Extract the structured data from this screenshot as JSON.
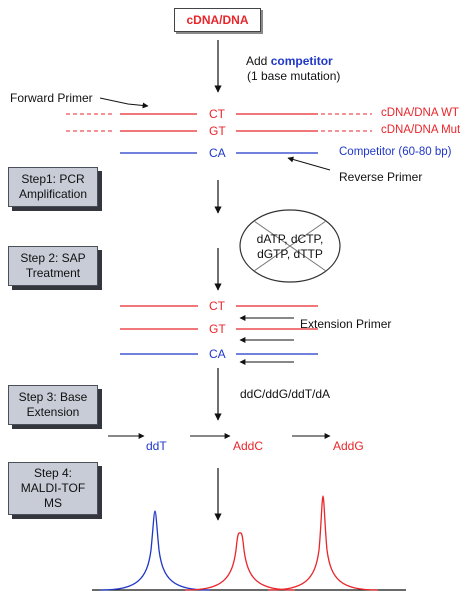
{
  "title": "cDNA/DNA",
  "add_competitor": {
    "prefix": "Add ",
    "word": "competitor",
    "note": "(1 base mutation)"
  },
  "primers": {
    "forward": "Forward Primer",
    "reverse": "Reverse Primer",
    "extension": "Extension Primer"
  },
  "strands_top": [
    {
      "base": "CT",
      "label": "cDNA/DNA WT",
      "color": "#e8262b"
    },
    {
      "base": "GT",
      "label": "cDNA/DNA Mut",
      "color": "#e8262b"
    },
    {
      "base": "CA",
      "label": "Competitor (60-80 bp)",
      "color": "#1f37c8"
    }
  ],
  "strands_mid": [
    {
      "base": "CT",
      "color": "#e8262b"
    },
    {
      "base": "GT",
      "color": "#e8262b"
    },
    {
      "base": "CA",
      "color": "#1f37c8"
    }
  ],
  "steps": [
    {
      "label": "Step1: PCR Amplification"
    },
    {
      "label": "Step 2: SAP Treatment"
    },
    {
      "label": "Step 3: Base Extension"
    },
    {
      "label": "Step 4: MALDI-TOF MS"
    }
  ],
  "dntp": "dATP, dCTP, dGTP, dTTP",
  "ddntp": "ddC/ddG/ddT/dA",
  "products": [
    {
      "label": "ddT",
      "color": "#1f37c8"
    },
    {
      "label": "AddC",
      "color": "#e8262b"
    },
    {
      "label": "AddG",
      "color": "#e8262b"
    }
  ],
  "spectrum": [
    {
      "level": 0.79,
      "color": "#1f37c8"
    },
    {
      "level": 0.57,
      "color": "#e8262b"
    },
    {
      "level": 0.94,
      "color": "#e8262b"
    }
  ]
}
